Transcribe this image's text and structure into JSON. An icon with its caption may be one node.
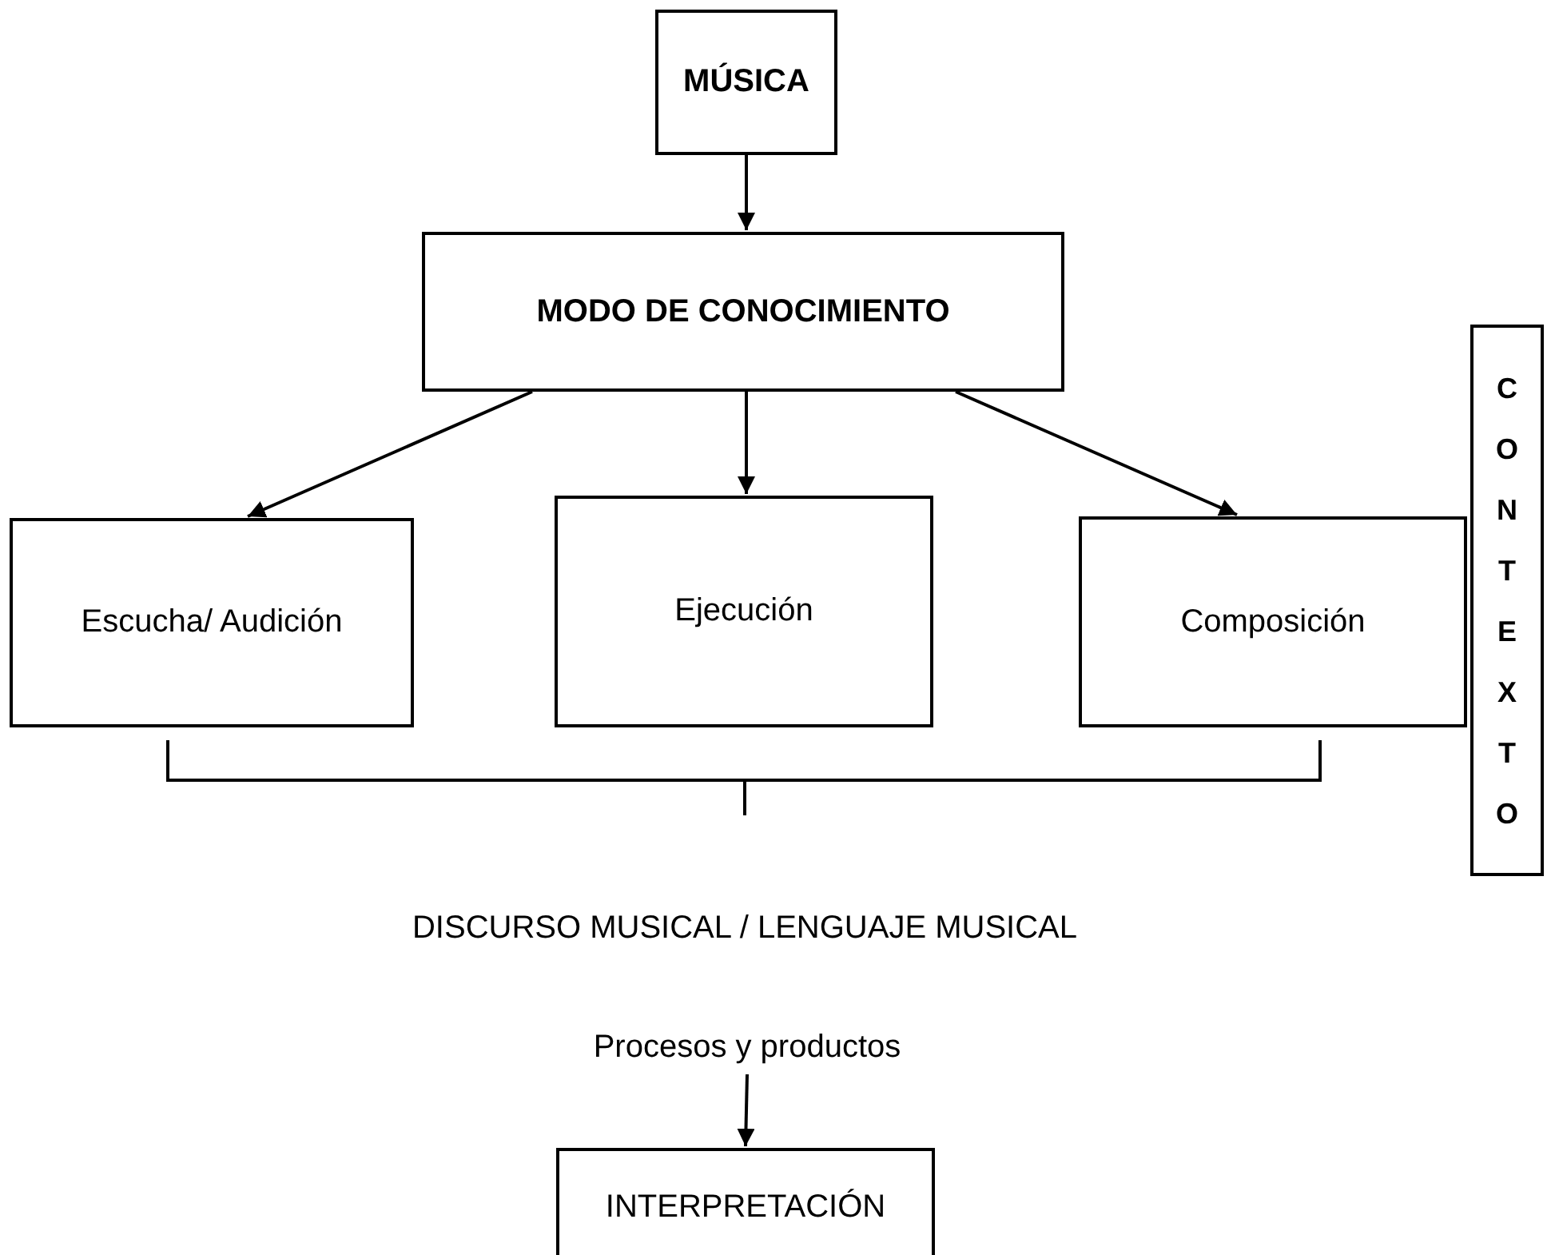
{
  "diagram": {
    "nodes": [
      {
        "text": [
          "MÚSICA"
        ]
      },
      {
        "text": [
          "MODO DE CONOCIMIENTO"
        ]
      },
      {
        "text": [
          "Escucha/ Audición"
        ]
      },
      {
        "text": [
          "Ejecución"
        ]
      },
      {
        "text": [
          "Composición"
        ]
      },
      {
        "text": [
          "CONTEXTO"
        ]
      },
      {
        "text": [
          "Procesos y productos"
        ]
      },
      {
        "text": [
          "INTERPRETACIÓN"
        ]
      }
    ],
    "edges": [
      {
        "from": 0,
        "to": 1,
        "arrow": "to"
      },
      {
        "from": 1,
        "to": 2,
        "arrow": "to"
      },
      {
        "from": 1,
        "to": 3,
        "arrow": "to"
      },
      {
        "from": 1,
        "to": 4,
        "arrow": "to"
      },
      {
        "from": 6,
        "to": 7,
        "arrow": "to"
      }
    ],
    "labels": [
      "DISCURSO MUSICAL / LENGUAJE MUSICAL"
    ]
  }
}
